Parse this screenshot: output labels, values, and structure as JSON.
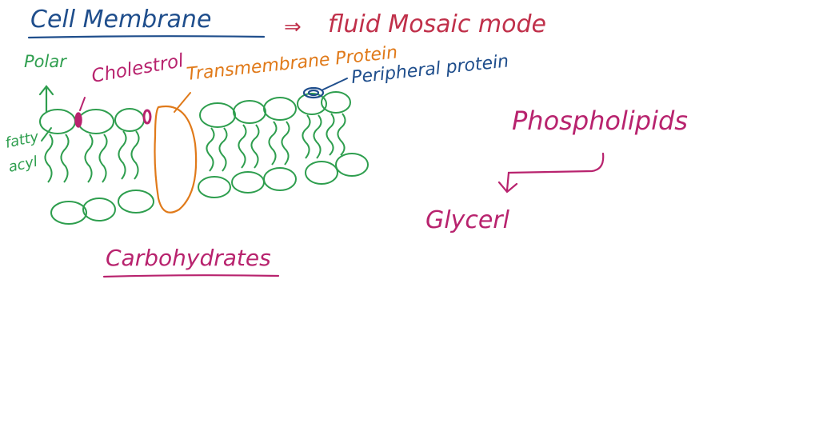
{
  "notes": {
    "title": "Cell Membrane",
    "implies": "⇒",
    "model": "fluid Mosaic mode",
    "polar": "Polar",
    "cholestrol": "Cholestrol",
    "transmembrane": "Transmembrane Protein",
    "peripheral": "Peripheral protein",
    "fatty_line1": "fatty",
    "fatty_line2": "acyl",
    "phospholipids": "Phospholipids",
    "glycerol": "Glycerl",
    "carbohydrates": "Carbohydrates"
  },
  "colors": {
    "title": "#1f4e8c",
    "model": "#c0304a",
    "green": "#2e9e4e",
    "magenta": "#b8236e",
    "orange": "#e07a1a",
    "blue": "#1f4e8c",
    "paper": "#ffffff"
  },
  "icons": {
    "up_arrow": "up-arrow-icon",
    "down_arrow": "down-arrow-icon",
    "cholesterol_marker": "cholesterol-marker-icon",
    "peripheral_marker": "peripheral-protein-icon"
  }
}
